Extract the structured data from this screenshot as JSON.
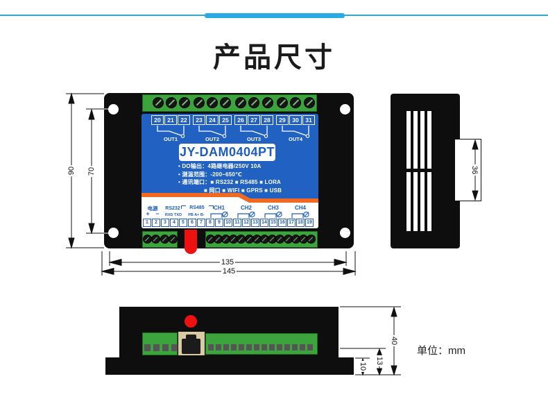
{
  "header": {
    "title": "产品尺寸"
  },
  "front_view": {
    "model": "JY-DAM0404PT",
    "output_groups": [
      {
        "pins": [
          "20",
          "21",
          "22"
        ],
        "label": "OUT1"
      },
      {
        "pins": [
          "23",
          "24",
          "25"
        ],
        "label": "OUT2"
      },
      {
        "pins": [
          "26",
          "27",
          "28"
        ],
        "label": "OUT3"
      },
      {
        "pins": [
          "29",
          "30",
          "31"
        ],
        "label": "OUT4"
      }
    ],
    "spec_lines": [
      "• DO输出：4路继电器/250V 10A",
      "• 测温范围：-200~650℃",
      "• 通讯端口：■ RS232 ■ RS485 ■ LORA",
      "■ 网口 ■ WIFI ■ GPRS ■ USB"
    ],
    "io_labels": {
      "power": {
        "title": "电源",
        "pin_a": "+",
        "pin_b": "−"
      },
      "rs232": {
        "title": "RS232",
        "pins": "RXD TXD"
      },
      "rs485": {
        "title": "RS485",
        "pins": "PB A+ B-"
      },
      "channels": [
        "CH1",
        "CH2",
        "CH3",
        "CH4"
      ]
    },
    "pin_numbers": [
      "1",
      "2",
      "3",
      "4",
      "5",
      "6",
      "7",
      "8",
      "9",
      "10",
      "11",
      "12",
      "13",
      "14",
      "15",
      "16",
      "17",
      "18",
      "19"
    ]
  },
  "dimensions": {
    "height_overall": "90",
    "mount_spacing_vertical": "70",
    "mount_spacing_horizontal": "135",
    "width_overall": "145",
    "side_rail_width": "36",
    "depth_overall": "40",
    "depth_step": "13",
    "flange_thickness": "10"
  },
  "footnote": {
    "unit_label": "单位：mm"
  },
  "colors": {
    "divider_blue": "#29abe2",
    "panel_blue": "#2161c2",
    "accent_orange": "#f26a21",
    "terminal_green": "#3ca43c",
    "indicator_red": "#ee1111",
    "rj45_tan": "#d8cba3"
  }
}
